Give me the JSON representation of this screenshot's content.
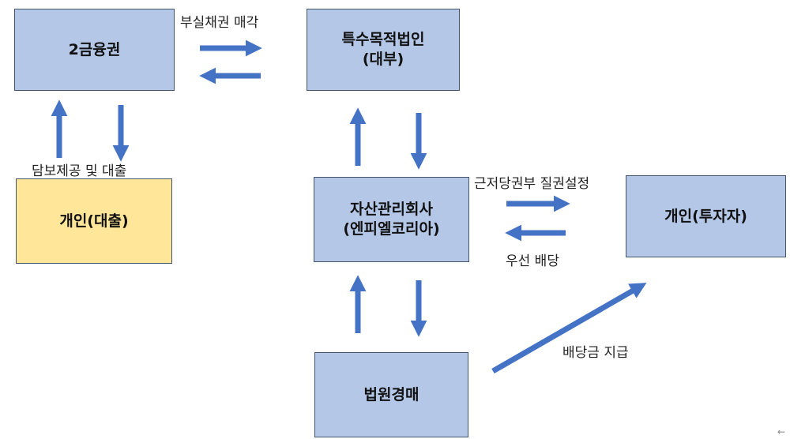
{
  "nodes": {
    "bank": "2금융권",
    "spc_line1": "특수목적법인",
    "spc_line2": "(대부)",
    "borrower": "개인(대출)",
    "amc_line1": "자산관리회사",
    "amc_line2": "(엔피엘코리아)",
    "investor": "개인(투자자)",
    "auction": "법원경매"
  },
  "edges": {
    "npl_sale": "부실채권 매각",
    "collateral_loan": "담보제공 및 대출",
    "pledge": "근저당권부 질권설정",
    "priority_dividend": "우선 배당",
    "dividend_payment": "배당금 지급"
  },
  "colors": {
    "node_blue": "#b4c7e7",
    "node_yellow": "#ffe699",
    "arrow": "#4472c4"
  },
  "corner_glyph": "←"
}
